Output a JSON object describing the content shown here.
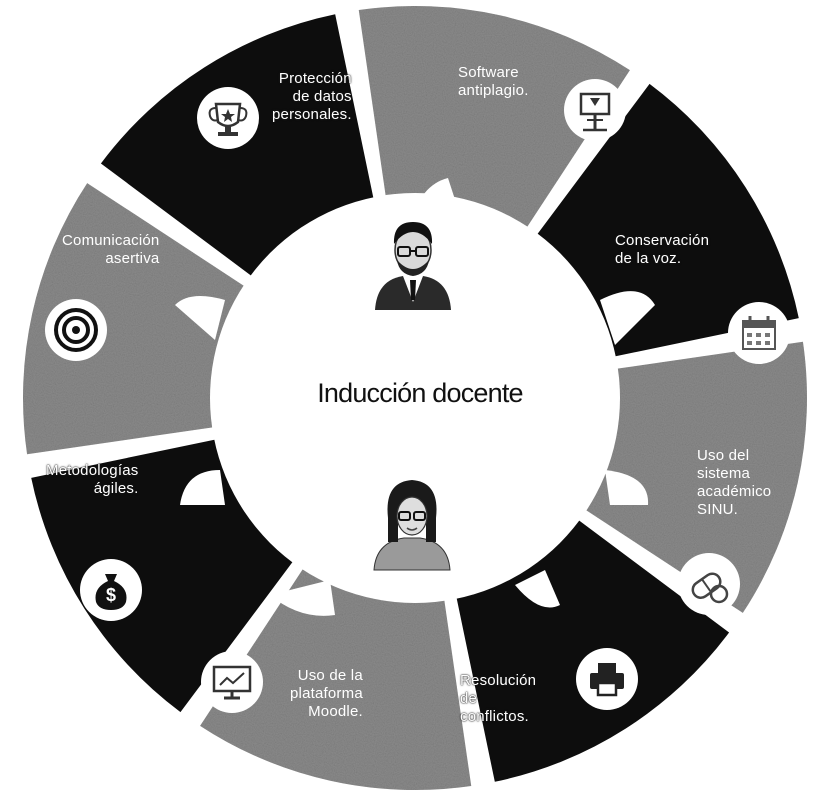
{
  "title": "Inducción docente",
  "colors": {
    "dark": "#0d0d0d",
    "gray": "#8c8c8c",
    "white": "#ffffff",
    "hub": "#ffffff"
  },
  "segments": [
    {
      "id": "proteccion",
      "lines": [
        "Protección",
        "de datos",
        "personales."
      ],
      "shade": "gray",
      "icon": "trophy-icon"
    },
    {
      "id": "software",
      "lines": [
        "Software",
        "antiplagio."
      ],
      "shade": "dark",
      "icon": "presentation-board-icon"
    },
    {
      "id": "voz",
      "lines": [
        "Conservación",
        "de la voz."
      ],
      "shade": "gray",
      "icon": "calendar-icon"
    },
    {
      "id": "sinu",
      "lines": [
        "Uso del",
        "sistema",
        "académico",
        "SINU."
      ],
      "shade": "dark",
      "icon": "pills-icon"
    },
    {
      "id": "conflictos",
      "lines": [
        "Resolución",
        "de",
        "conflictos."
      ],
      "shade": "gray",
      "icon": "printer-icon"
    },
    {
      "id": "moodle",
      "lines": [
        "Uso de la",
        "plataforma",
        "Moodle."
      ],
      "shade": "dark",
      "icon": "monitor-chart-icon"
    },
    {
      "id": "metodologias",
      "lines": [
        "Metodologías",
        "ágiles."
      ],
      "shade": "gray",
      "icon": "money-bag-icon"
    },
    {
      "id": "comunicacion",
      "lines": [
        "Comunicación",
        "asertiva"
      ],
      "shade": "dark",
      "icon": "target-icon"
    }
  ],
  "avatars": [
    {
      "id": "male",
      "icon": "male-teacher-icon"
    },
    {
      "id": "female",
      "icon": "female-teacher-icon"
    }
  ]
}
